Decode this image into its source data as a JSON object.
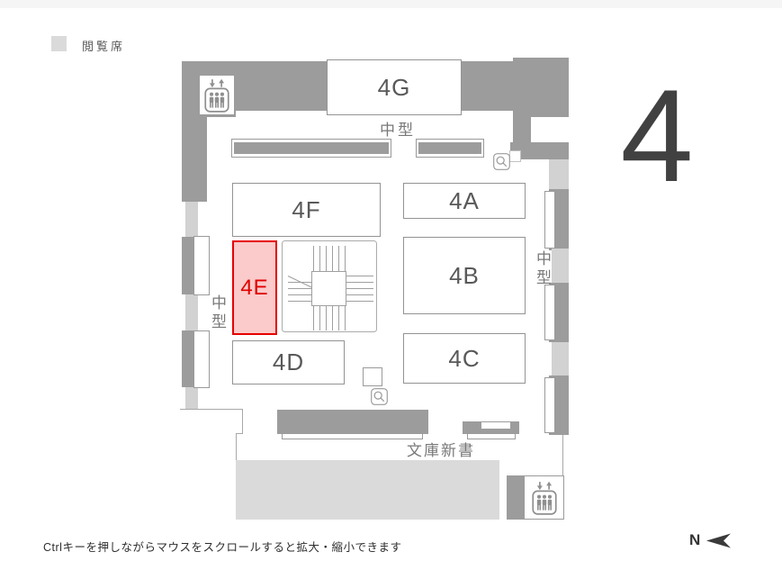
{
  "page": {
    "floor_number": "4",
    "hint_text": "Ctrlキーを押しながらマウスをスクロールすると拡大・縮小できます",
    "compass": {
      "label": "N",
      "arrow_icon": "north-arrow-left-icon"
    }
  },
  "legend": {
    "label": "閲覧席",
    "swatch_color": "#dadada"
  },
  "map": {
    "rooms": [
      {
        "id": "4G",
        "label": "4G",
        "highlighted": false
      },
      {
        "id": "4F",
        "label": "4F",
        "highlighted": false
      },
      {
        "id": "4A",
        "label": "4A",
        "highlighted": false
      },
      {
        "id": "4E",
        "label": "4E",
        "highlighted": true
      },
      {
        "id": "4B",
        "label": "4B",
        "highlighted": false
      },
      {
        "id": "4C",
        "label": "4C",
        "highlighted": false
      },
      {
        "id": "4D",
        "label": "4D",
        "highlighted": false
      }
    ],
    "area_labels": {
      "top": "中型",
      "left": "中型",
      "right": "中型",
      "bottom": "文庫新書"
    },
    "icons": {
      "elevator": "elevator-icon",
      "magnifier": "magnifier-icon",
      "stairs": "staircase"
    },
    "colors": {
      "wall": "#9c9c9c",
      "wall_light": "#d2d2d2",
      "reading_area": "#dadada",
      "highlight_fill": "#fbcaca",
      "highlight_border": "#e60000",
      "highlight_text": "#e00000"
    }
  }
}
